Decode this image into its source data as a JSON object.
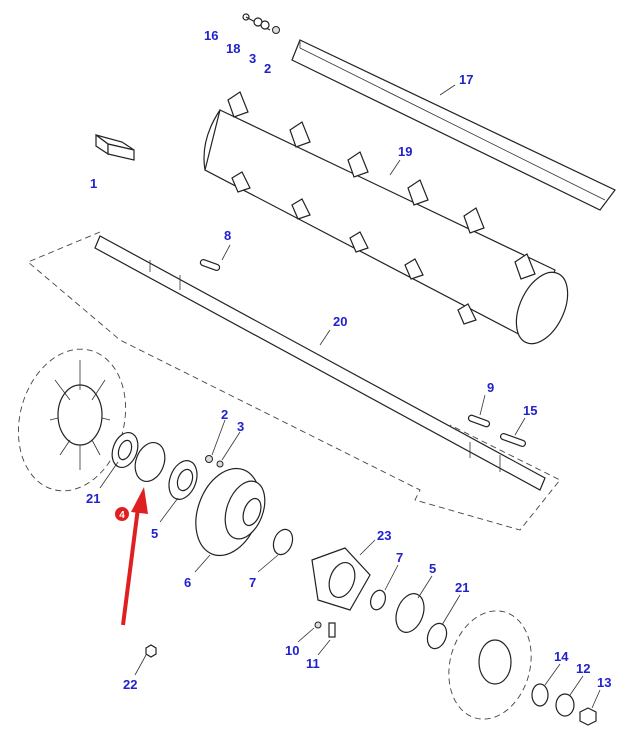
{
  "callouts": {
    "c16": "16",
    "c18": "18",
    "c3a": "3",
    "c2a": "2",
    "c17": "17",
    "c1": "1",
    "c19": "19",
    "c8": "8",
    "c20": "20",
    "c9": "9",
    "c15": "15",
    "c2b": "2",
    "c3b": "3",
    "c21a": "21",
    "c5a": "5",
    "c6": "6",
    "c7a": "7",
    "c23": "23",
    "c7b": "7",
    "c5b": "5",
    "c21b": "21",
    "c10": "10",
    "c11": "11",
    "c22": "22",
    "c14": "14",
    "c12": "12",
    "c13": "13"
  },
  "highlight": {
    "label": "4",
    "color": "#e02020"
  },
  "colors": {
    "callout": "#2222cc",
    "arrow": "#e02020"
  }
}
